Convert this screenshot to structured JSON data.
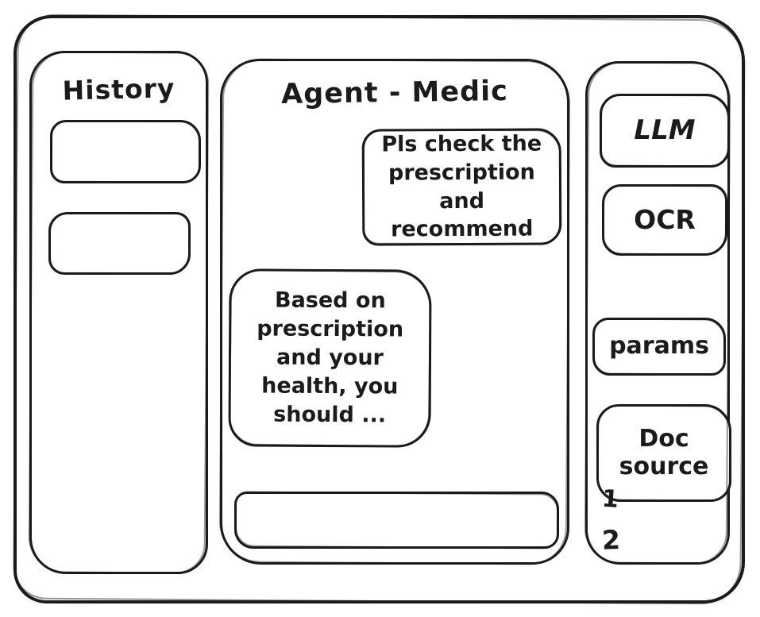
{
  "colors": {
    "ink": "#1b1b1b",
    "background": "#ffffff"
  },
  "history_panel": {
    "title": "History",
    "items": [
      {
        "label": ""
      },
      {
        "label": ""
      }
    ]
  },
  "chat_panel": {
    "title": "Agent - Medic",
    "messages": [
      {
        "role": "user",
        "text": "Pls check the\nprescription\nand recommend"
      },
      {
        "role": "agent",
        "text": "Based on\nprescription\nand your\nhealth, you\nshould ..."
      }
    ],
    "input": {
      "value": "",
      "placeholder": ""
    }
  },
  "tools_panel": {
    "buttons": [
      {
        "id": "llm",
        "label": "LLM"
      },
      {
        "id": "ocr",
        "label": "OCR"
      },
      {
        "id": "params",
        "label": "params"
      },
      {
        "id": "doc-source",
        "label": "Doc source"
      }
    ],
    "doc_sources": [
      "1",
      "2"
    ]
  }
}
